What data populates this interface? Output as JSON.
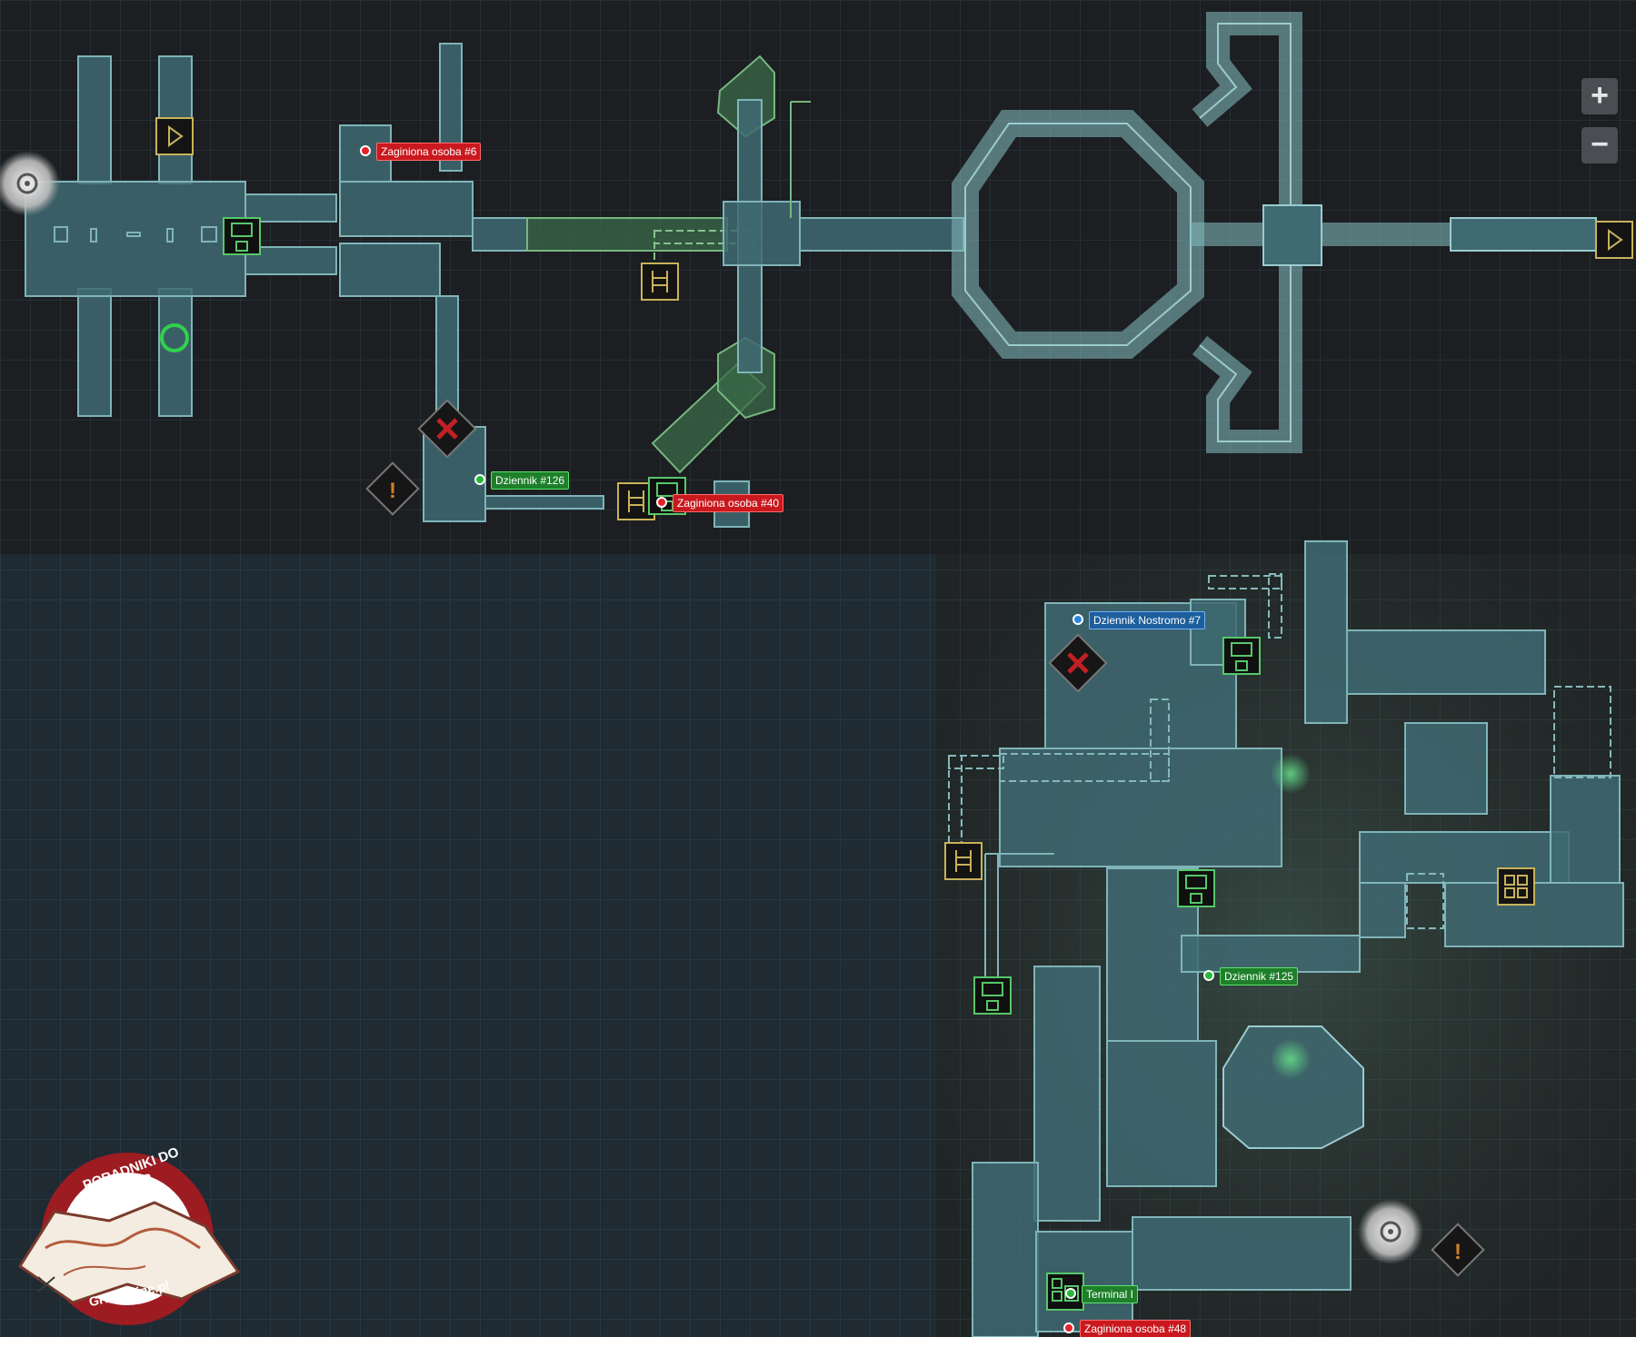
{
  "markers": [
    {
      "id": "m1",
      "color": "red",
      "label": "Zaginiona osoba #6"
    },
    {
      "id": "m2",
      "color": "green",
      "label": "Dziennik #126"
    },
    {
      "id": "m3",
      "color": "red",
      "label": "Zaginiona osoba #40"
    },
    {
      "id": "m4",
      "color": "blue",
      "label": "Dziennik Nostromo #7"
    },
    {
      "id": "m5",
      "color": "green",
      "label": "Dziennik #125"
    },
    {
      "id": "m6",
      "color": "green",
      "label": "Terminal I"
    },
    {
      "id": "m7",
      "color": "red",
      "label": "Zaginiona osoba #48"
    }
  ],
  "zoom": {
    "in_label": "+",
    "out_label": "−"
  },
  "logo": {
    "top_text": "PORADNIKI DO GIER",
    "bottom_text": "GRYOnline.pl"
  },
  "colors": {
    "background": "#1b1d20",
    "grid": "#3a5a68",
    "corridor": "#5f9aa0",
    "room_fill": "#3f6a72",
    "marker_red": "#e3232a",
    "marker_green": "#28b83a",
    "marker_blue": "#2d86dd",
    "icon_yellow": "#c8b25a"
  }
}
